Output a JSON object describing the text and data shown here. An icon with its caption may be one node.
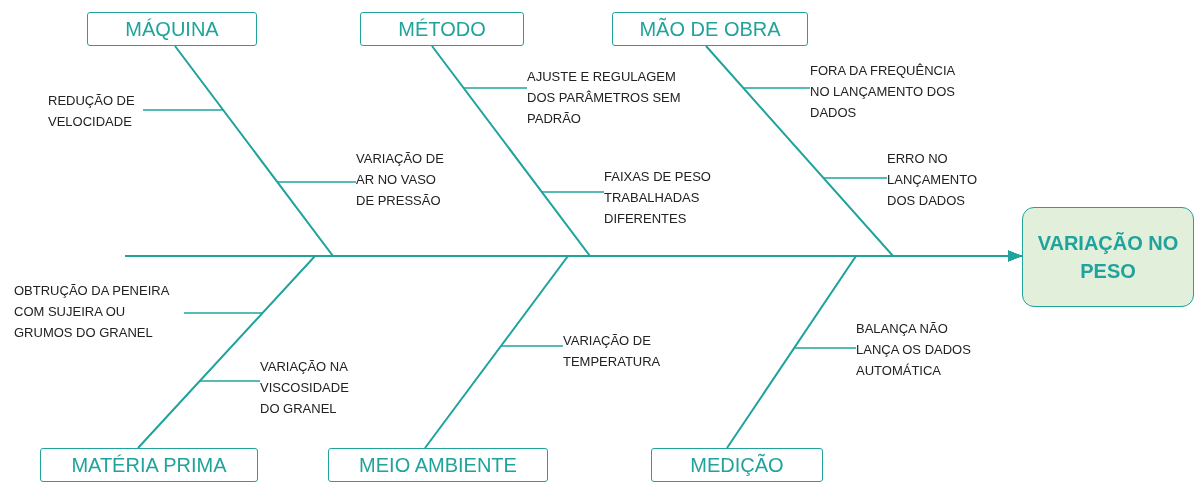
{
  "diagram": {
    "nodes": [
      {
        "text": [
          "MÁQUINA"
        ]
      },
      {
        "text": [
          "MÉTODO"
        ]
      },
      {
        "text": [
          "MÃO DE OBRA"
        ]
      },
      {
        "text": [
          "REDUÇÃO DE VELOCIDADE"
        ]
      },
      {
        "text": [
          "VARIAÇÃO DE AR NO VASO DE PRESSÃO"
        ]
      },
      {
        "text": [
          "AJUSTE E REGULAGEM DOS PARÂMETROS SEM PADRÃO"
        ]
      },
      {
        "text": [
          "FAIXAS DE PESO TRABALHADAS DIFERENTES"
        ]
      },
      {
        "text": [
          "FORA DA FREQUÊNCIA NO LANÇAMENTO DOS DADOS"
        ]
      },
      {
        "text": [
          "ERRO NO LANÇAMENTO DOS DADOS"
        ]
      },
      {
        "text": [
          "VARIAÇÃO NO PESO"
        ]
      },
      {
        "text": [
          "OBTRUÇÃO DA PENEIRA COM SUJEIRA OU GRUMOS DO GRANEL"
        ]
      },
      {
        "text": [
          "VARIAÇÃO NA VISCOSIDADE DO GRANEL"
        ]
      },
      {
        "text": [
          "VARIAÇÃO DE TEMPERATURA"
        ]
      },
      {
        "text": [
          "BALANÇA NÃO LANÇA OS DADOS AUTOMÁTICA"
        ]
      },
      {
        "text": [
          "MATÉRIA PRIMA"
        ]
      },
      {
        "text": [
          "MEIO AMBIENTE"
        ]
      },
      {
        "text": [
          "MEDIÇÃO"
        ]
      }
    ],
    "edges": [
      {
        "from": 0,
        "to": 9,
        "arrow": "to"
      },
      {
        "from": 1,
        "to": 9,
        "arrow": "to"
      },
      {
        "from": 2,
        "to": 9,
        "arrow": "to"
      },
      {
        "from": 14,
        "to": 9,
        "arrow": "to"
      },
      {
        "from": 15,
        "to": 9,
        "arrow": "to"
      },
      {
        "from": 16,
        "to": 9,
        "arrow": "to"
      },
      {
        "from": 3,
        "to": null,
        "arrow": "none"
      },
      {
        "from": 4,
        "to": null,
        "arrow": "none"
      },
      {
        "from": 5,
        "to": null,
        "arrow": "none"
      },
      {
        "from": 6,
        "to": null,
        "arrow": "none"
      },
      {
        "from": 7,
        "to": null,
        "arrow": "none"
      },
      {
        "from": 8,
        "to": null,
        "arrow": "none"
      },
      {
        "from": 10,
        "to": null,
        "arrow": "none"
      },
      {
        "from": 11,
        "to": null,
        "arrow": "none"
      },
      {
        "from": 12,
        "to": null,
        "arrow": "none"
      },
      {
        "from": 13,
        "to": null,
        "arrow": "none"
      }
    ]
  }
}
